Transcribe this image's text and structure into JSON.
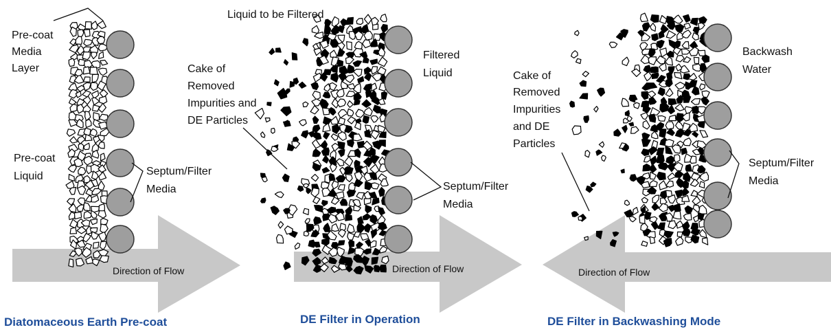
{
  "colors": {
    "arrow": "#c8c8c8",
    "septum_fill": "#9e9e9e",
    "septum_stroke": "#333333",
    "caption": "#1f4e9a",
    "particle": "#000000"
  },
  "panel_left": {
    "caption": "Diatomaceous Earth Pre-coat",
    "precoat_label": [
      "Pre-coat",
      "Media",
      "Layer"
    ],
    "liquid_label": [
      "Pre-coat",
      "Liquid"
    ],
    "septum_label": [
      "Septum/Filter",
      "Media"
    ],
    "flow_label": "Direction of Flow"
  },
  "panel_middle": {
    "caption": "DE Filter in Operation",
    "liquid_label": "Liquid to be Filtered",
    "cake_label": [
      "Cake of",
      "Removed",
      "Impurities and",
      "DE Particles"
    ],
    "filtered_label": [
      "Filtered",
      "Liquid"
    ],
    "septum_label": [
      "Septum/Filter",
      "Media"
    ],
    "flow_label": "Direction of Flow"
  },
  "panel_right": {
    "caption": "DE Filter in Backwashing Mode",
    "backwash_label": [
      "Backwash",
      "Water"
    ],
    "cake_label": [
      "Cake of",
      "Removed",
      "Impurities",
      "and DE",
      "Particles"
    ],
    "septum_label": [
      "Septum/Filter",
      "Media"
    ],
    "flow_label": "Direction of Flow"
  }
}
